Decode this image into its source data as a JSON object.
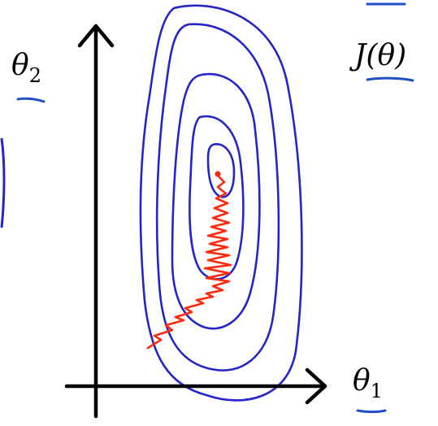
{
  "labels": {
    "cost_function": "J(θ)",
    "x_axis_var": "θ",
    "x_axis_sub": "1",
    "y_axis_var": "θ",
    "y_axis_sub": "2"
  },
  "colors": {
    "axes": "#000000",
    "contours": "#2424c8",
    "descent_path": "#ff2a0e",
    "underline": "#1f4fc8"
  }
}
